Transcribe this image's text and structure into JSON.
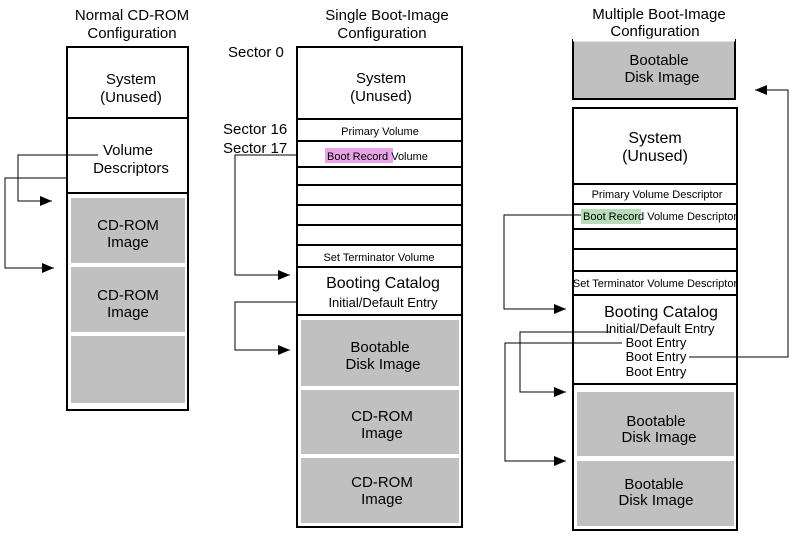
{
  "columns": {
    "normal": {
      "title_line1": "Normal CD-ROM",
      "title_line2": "Configuration",
      "system_line1": "System",
      "system_line2": "(Unused)",
      "vd_line1": "Volume",
      "vd_line2": "Descriptors",
      "cd1_line1": "CD-ROM",
      "cd1_line2": "Image",
      "cd2_line1": "CD-ROM",
      "cd2_line2": "Image"
    },
    "single": {
      "title_line1": "Single Boot-Image",
      "title_line2": "Configuration",
      "sector0": "Sector 0",
      "sector16": "Sector 16",
      "sector17": "Sector 17",
      "system_line1": "System",
      "system_line2": "(Unused)",
      "primary_volume": "Primary Volume",
      "boot_record": "Boot Record",
      "boot_record_suffix": " Volume",
      "set_terminator": "Set Terminator Volume",
      "booting_catalog": "Booting Catalog",
      "initial_default_entry": "Initial/Default Entry",
      "bootable_line1": "Bootable",
      "bootable_line2": "Disk Image",
      "cd1_line1": "CD-ROM",
      "cd1_line2": "Image",
      "cd2_line1": "CD-ROM",
      "cd2_line2": "Image"
    },
    "multiple": {
      "title_line1": "Multiple Boot-Image",
      "title_line2": "Configuration",
      "top_bootable_line1": "Bootable",
      "top_bootable_line2": "Disk Image",
      "system_line1": "System",
      "system_line2": "(Unused)",
      "primary_volume_descriptor": "Primary Volume Descriptor",
      "boot_record": "Boot Record",
      "boot_record_suffix": " Volume Descriptor",
      "set_terminator_descriptor": "Set Terminator Volume Descriptor",
      "booting_catalog": "Booting Catalog",
      "initial_default_entry": "Initial/Default Entry",
      "boot_entry_1": "Boot Entry",
      "boot_entry_2": "Boot Entry",
      "boot_entry_3": "Boot Entry",
      "bootable1_line1": "Bootable",
      "bootable1_line2": "Disk Image",
      "bootable2_line1": "Bootable",
      "bootable2_line2": "Disk Image"
    }
  },
  "colors": {
    "gray_fill": "#c0c0c0",
    "boot_record_highlight_single": "#e9a3e9",
    "boot_record_highlight_multiple": "#b9dcb9"
  }
}
